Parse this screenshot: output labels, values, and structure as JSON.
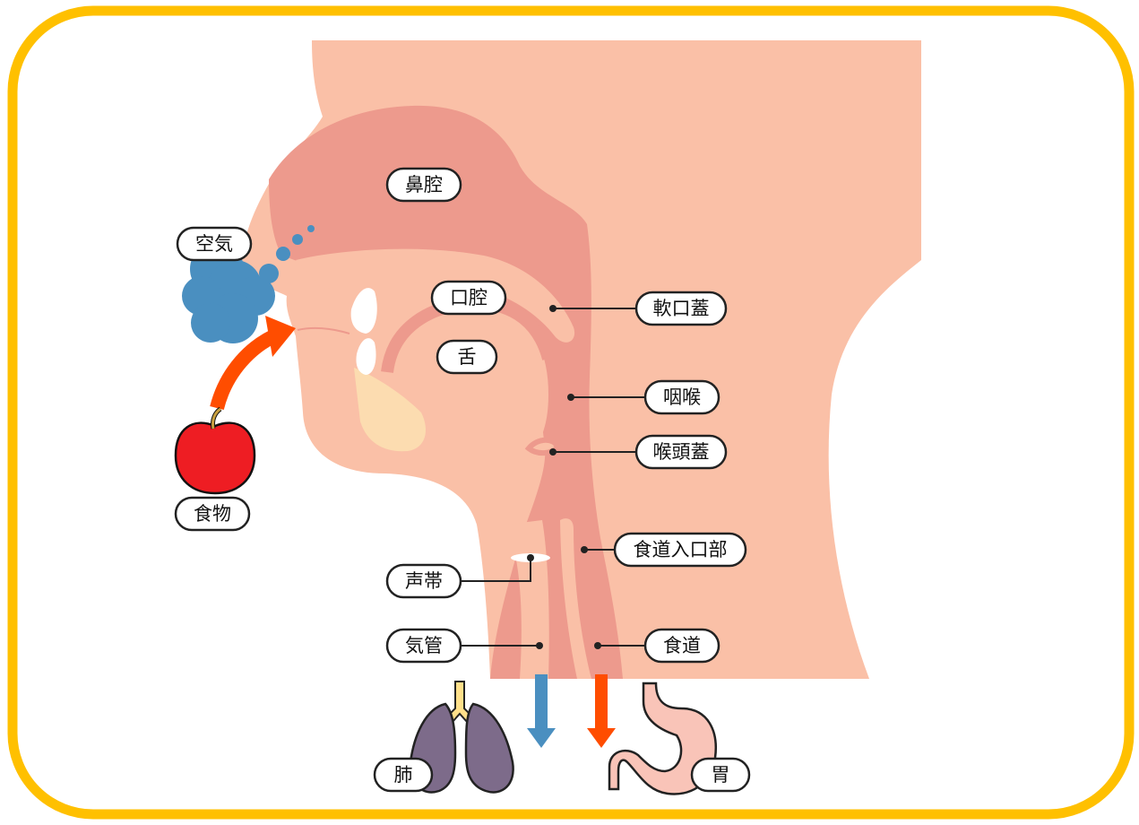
{
  "labels": {
    "nasal_cavity": "鼻腔",
    "air": "空気",
    "oral_cavity": "口腔",
    "tongue": "舌",
    "soft_palate": "軟口蓋",
    "pharynx": "咽喉",
    "epiglottis": "喉頭蓋",
    "food": "食物",
    "esophagus_entrance": "食道入口部",
    "vocal_cords": "声帯",
    "trachea": "気管",
    "esophagus": "食道",
    "lungs": "肺",
    "stomach": "胃"
  },
  "colors": {
    "frame": "#ffc000",
    "skin": "#fac0a7",
    "cavity": "#ed9a8d",
    "air_blue": "#4a8fc0",
    "food_arrow": "#ff4d00",
    "apple": "#ee1d23",
    "lungs": "#7d6b8a",
    "stomach": "#f9c4b8"
  }
}
